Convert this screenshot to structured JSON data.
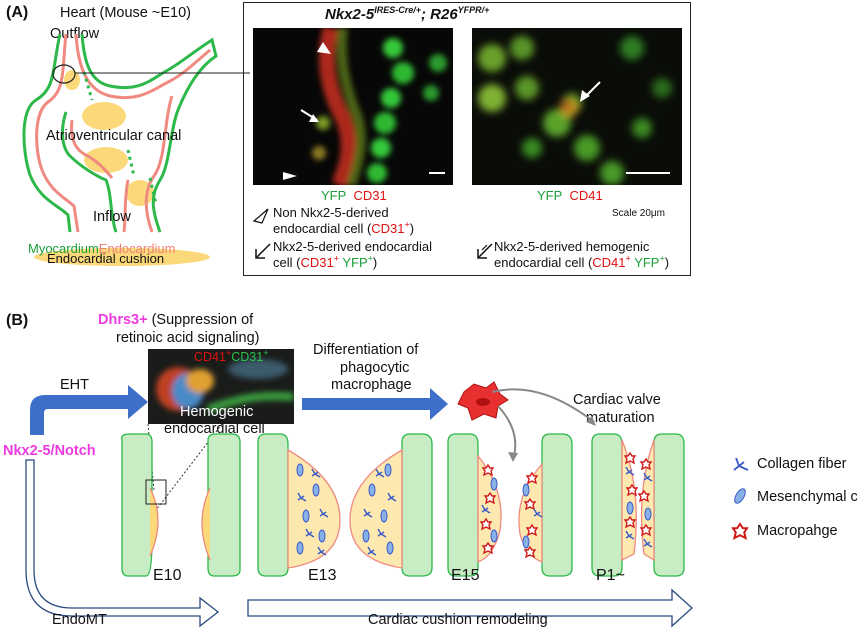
{
  "panel_a": {
    "tag": "(A)",
    "heart_title": "Heart (Mouse ~E10)",
    "outflow": "Outflow",
    "av_canal": "Atrioventricular canal",
    "inflow": "Inflow",
    "myocardium": "Myocardium",
    "endocardium": "Endocardium",
    "cushion": "Endocardial cushion",
    "micro_title_pre": "Nkx2-5",
    "micro_title_sup1": "IRES-Cre/+",
    "micro_title_mid": "; R26",
    "micro_title_sup2": "YFPR/+",
    "left_yfp": "YFP",
    "left_cd31": "CD31",
    "right_yfp": "YFP",
    "right_cd41": "CD41",
    "scale": "Scale 20μm",
    "legend": {
      "non_derived_1": "Non Nkx2-5-derived",
      "non_derived_2": "endocardial cell (",
      "non_derived_marker": "CD31",
      "non_derived_end": ")",
      "derived_1": "Nkx2-5-derived endocardial",
      "derived_2": "cell (",
      "derived_cd31": "CD31",
      "derived_yfp": "YFP",
      "derived_end": ")",
      "hemo_1": "Nkx2-5-derived hemogenic",
      "hemo_2": "endocardial cell (",
      "hemo_cd41": "CD41",
      "hemo_yfp": "YFP",
      "hemo_end": ")",
      "plus": "+"
    }
  },
  "panel_b": {
    "tag": "(B)",
    "dhrs3": "Dhrs3+",
    "dhrs3_desc_1": " (Suppression of",
    "dhrs3_desc_2": "retinoic acid signaling)",
    "inset_cd41": "CD41",
    "inset_cd31": "CD31",
    "plus": "+",
    "hemogenic_1": "Hemogenic",
    "hemogenic_2": "endocardial cell",
    "eht": "EHT",
    "nkx_notch": "Nkx2-5/Notch",
    "diff_1": "Differentiation of",
    "diff_2": "phagocytic",
    "diff_3": "macrophage",
    "valve_1": "Cardiac valve",
    "valve_2": "maturation",
    "stages": [
      "E10",
      "E13",
      "E15",
      "P1~"
    ],
    "endomt": "EndoMT",
    "remodeling": "Cardiac cushion remodeling",
    "legend": [
      "Collagen fiber",
      "Mesenchymal cell",
      "Macropahge"
    ]
  },
  "colors": {
    "myocardium": "#2db84a",
    "endocardium": "#f08a80",
    "cushion": "#fbd97a",
    "arrow_blue": "#3d6fc8",
    "macrophage": "#e02020",
    "magenta": "#ee3be0"
  }
}
